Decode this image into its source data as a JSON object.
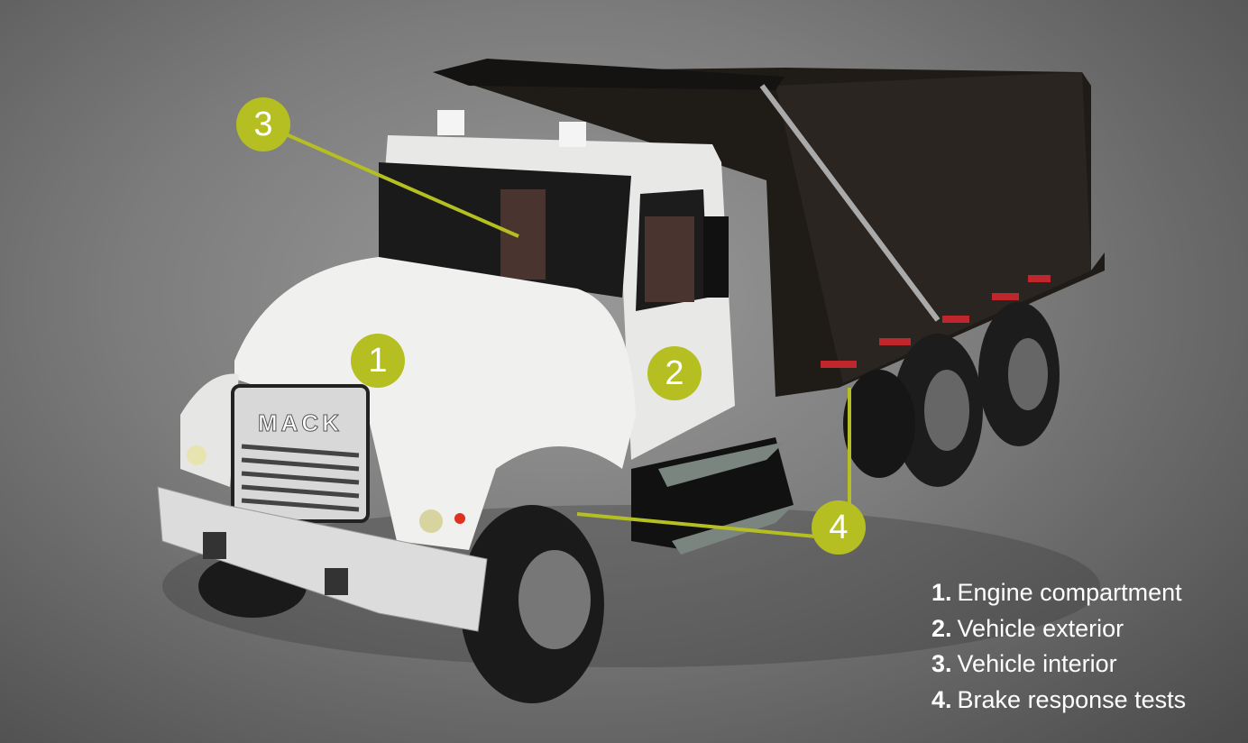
{
  "colors": {
    "accent": "#b5bf22",
    "text": "#ffffff"
  },
  "truck": {
    "grille_logo": "MACK"
  },
  "callouts": [
    {
      "number": "1",
      "label": "Engine compartment"
    },
    {
      "number": "2",
      "label": "Vehicle exterior"
    },
    {
      "number": "3",
      "label": "Vehicle interior"
    },
    {
      "number": "4",
      "label": "Brake response tests"
    }
  ],
  "legend": [
    {
      "number": "1.",
      "label": "Engine compartment"
    },
    {
      "number": "2.",
      "label": "Vehicle exterior"
    },
    {
      "number": "3.",
      "label": "Vehicle interior"
    },
    {
      "number": "4.",
      "label": "Brake response tests"
    }
  ]
}
